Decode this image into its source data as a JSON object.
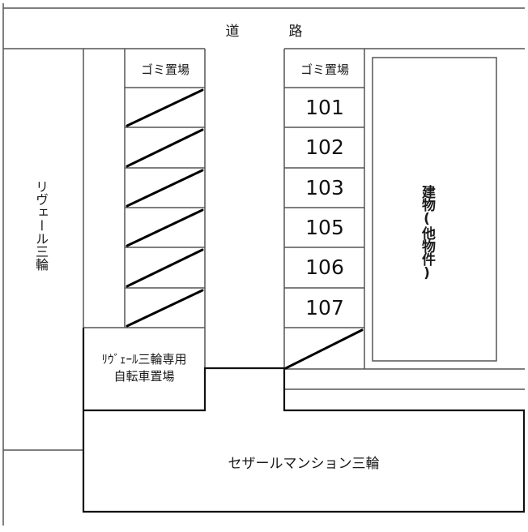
{
  "map": {
    "road": {
      "label": "道　路"
    },
    "left_building": {
      "label": "リヴェール三輪"
    },
    "left_lot": {
      "garbage_label": "ゴミ置場",
      "spaces": [
        {
          "id": "L1",
          "status": "unavailable"
        },
        {
          "id": "L2",
          "status": "unavailable"
        },
        {
          "id": "L3",
          "status": "unavailable"
        },
        {
          "id": "L4",
          "status": "unavailable"
        },
        {
          "id": "L5",
          "status": "unavailable"
        },
        {
          "id": "L6",
          "status": "unavailable"
        }
      ]
    },
    "bicycle_parking": {
      "label": "リヴェール三輪専用自転車置場",
      "line1": "ﾘｳﾞｪｰﾙ三輪専用",
      "line2": "自転車置場"
    },
    "right_lot": {
      "garbage_label": "ゴミ置場",
      "spaces": [
        {
          "number": "101"
        },
        {
          "number": "102"
        },
        {
          "number": "103"
        },
        {
          "number": "105"
        },
        {
          "number": "106"
        },
        {
          "number": "107"
        },
        {
          "number": "",
          "status": "unavailable"
        }
      ]
    },
    "other_building": {
      "label": "建物(他物件)"
    },
    "mansion": {
      "label": "セザールマンション三輪"
    },
    "colors": {
      "line": "#555555",
      "thick_line": "#111111",
      "background": "#ffffff"
    }
  }
}
